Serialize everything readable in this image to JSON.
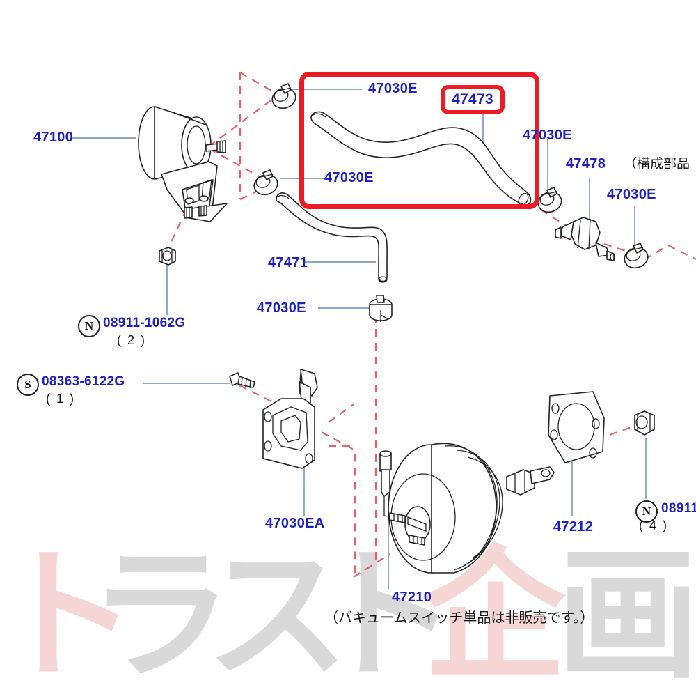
{
  "diagram": {
    "kind": "automotive-parts-exploded-diagram",
    "subject": "Brake booster / vacuum hose assembly",
    "accent_red": "#ed1c24",
    "label_blue": "#1d1ec4",
    "leader_blue": "#8aa6c8",
    "dash_red": "#e8606a",
    "line_black": "#222222"
  },
  "highlight": {
    "part_number": "47473",
    "note": "red rounded-rectangle callout around vacuum hose"
  },
  "labels": [
    {
      "id": "l47100",
      "text": "47100"
    },
    {
      "id": "l47030E_1",
      "text": "47030E"
    },
    {
      "id": "l47030E_2",
      "text": "47030E"
    },
    {
      "id": "l47473",
      "text": "47473"
    },
    {
      "id": "l47030E_3",
      "text": "47030E"
    },
    {
      "id": "l47478",
      "text": "47478"
    },
    {
      "id": "l47030E_4",
      "text": "47030E"
    },
    {
      "id": "l47471",
      "text": "47471"
    },
    {
      "id": "l47030E_5",
      "text": "47030E"
    },
    {
      "id": "l47030EA",
      "text": "47030EA"
    },
    {
      "id": "l47210",
      "text": "47210"
    },
    {
      "id": "l47212",
      "text": "47212"
    },
    {
      "id": "lnut1",
      "text": "08911-1062G"
    },
    {
      "id": "lscr1",
      "text": "08363-6122G"
    },
    {
      "id": "lnut2",
      "text": "08911"
    }
  ],
  "fasteners": [
    {
      "id": "f1",
      "symbol": "N",
      "part_number": "08911-1062G",
      "qty_text": "( 2  )"
    },
    {
      "id": "f2",
      "symbol": "S",
      "part_number": "08363-6122G",
      "qty_text": "( 1  )"
    },
    {
      "id": "f3",
      "symbol": "N",
      "part_number": "08911",
      "qty_text": "( 4  )"
    }
  ],
  "notes": {
    "component_note": "（構成部品",
    "booster_note": "（バキュームスイッチ単品は非販売です。）"
  },
  "watermark": {
    "chars": [
      {
        "ch": "ト",
        "tone": "pink"
      },
      {
        "ch": "ラ",
        "tone": "gray"
      },
      {
        "ch": "ス",
        "tone": "gray"
      },
      {
        "ch": "ト",
        "tone": "gray"
      },
      {
        "ch": "企",
        "tone": "pink"
      },
      {
        "ch": "画",
        "tone": "gray"
      }
    ]
  }
}
